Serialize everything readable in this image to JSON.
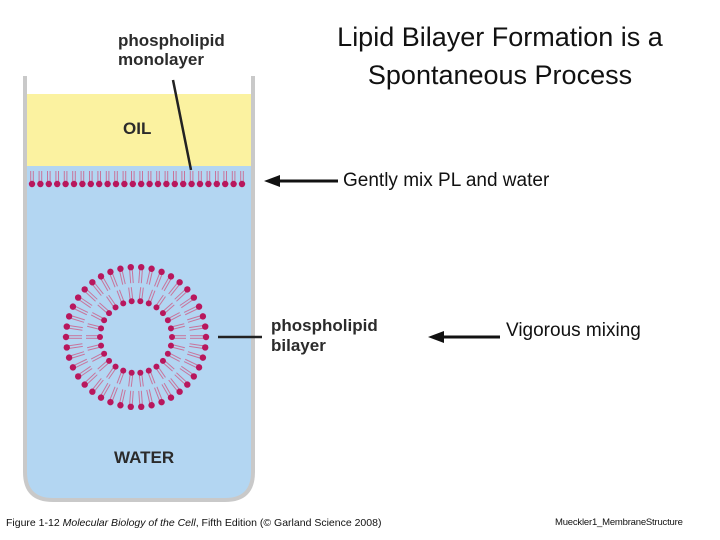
{
  "slide": {
    "title_line1": "Lipid Bilayer Formation is a",
    "title_line2": "Spontaneous Process",
    "note_gentle": "Gently mix PL and water",
    "note_vigorous": "Vigorous mixing",
    "caption_prefix": "Figure 1-12 ",
    "caption_book": "Molecular Biology of the Cell",
    "caption_suffix": ", Fifth Edition (© Garland Science 2008)",
    "credit": "Mueckler1_MembraneStructure"
  },
  "figure": {
    "monolayer_label_line1": "phospholipid",
    "monolayer_label_line2": "monolayer",
    "oil_label": "OIL",
    "bilayer_label_line1": "phospholipid",
    "bilayer_label_line2": "bilayer",
    "water_label": "WATER",
    "colors": {
      "oil": "#fbf2a0",
      "water": "#b3d6f2",
      "lipid_head": "#b8175d",
      "lipid_tail": "#c8749c",
      "glass": "#c9c9c9"
    }
  }
}
